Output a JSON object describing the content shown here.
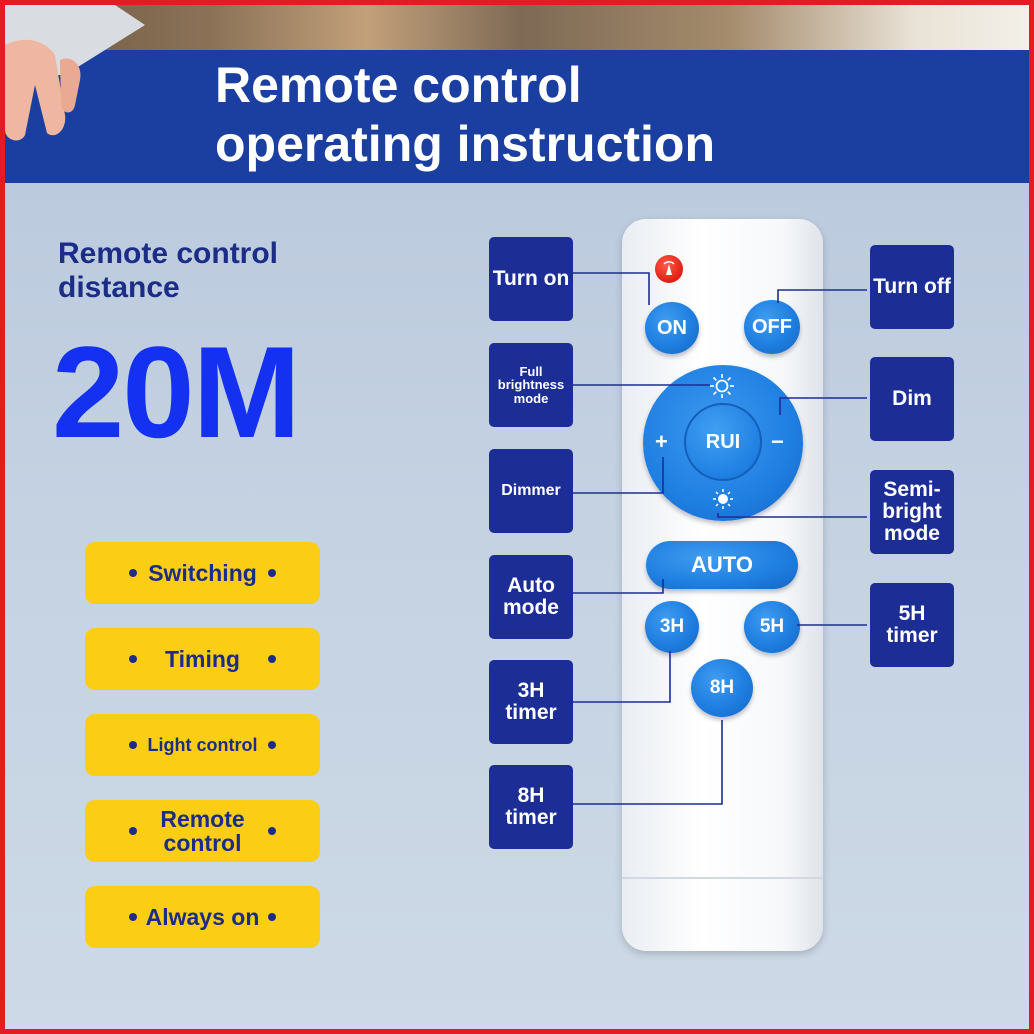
{
  "title": {
    "line1": "Remote control",
    "line2": "operating instruction"
  },
  "distance": {
    "label": "Remote control distance",
    "value": "20M"
  },
  "features": [
    {
      "label": "Switching"
    },
    {
      "label": "Timing"
    },
    {
      "label": "Light control"
    },
    {
      "label": "Remote control"
    },
    {
      "label": "Always on"
    }
  ],
  "remote": {
    "on": "ON",
    "off": "OFF",
    "center": "RUI",
    "plus": "+",
    "minus": "−",
    "auto": "AUTO",
    "t3": "3H",
    "t5": "5H",
    "t8": "8H"
  },
  "callouts": {
    "turn_on": "Turn on",
    "turn_off": "Turn off",
    "full_brightness": "Full brightness mode",
    "dim": "Dim",
    "dimmer": "Dimmer",
    "semi_bright": "Semi-bright mode",
    "auto_mode": "Auto mode",
    "timer_5h": "5H timer",
    "timer_3h": "3H timer",
    "timer_8h": "8H timer"
  },
  "colors": {
    "border": "#e31b23",
    "header": "#1b3fa0",
    "accent_blue": "#1430f0",
    "navy": "#1b2d87",
    "yellow": "#fbcd14",
    "button_blue": "#1e7ee0"
  },
  "icons": [
    "hand-icon",
    "ir-emitter-icon",
    "sun-bright-icon",
    "sun-dim-icon"
  ]
}
